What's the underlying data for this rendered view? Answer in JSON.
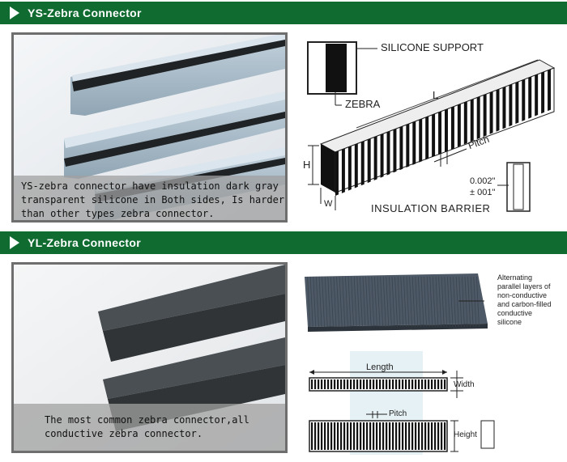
{
  "sections": [
    {
      "title": "YS-Zebra Connector",
      "caption_lines": [
        "YS-zebra connector have insulation dark gray",
        "transparent silicone in Both sides, Is harder",
        "than other types zebra connector."
      ],
      "diagram_labels": {
        "silicone_support": "SILICONE SUPPORT",
        "zebra": "ZEBRA",
        "length": "L",
        "height": "H",
        "width": "W",
        "pitch": "Pitch",
        "dim_top": "0.002\"",
        "dim_bottom": "± 001\"",
        "insulation_barrier": "INSULATION BARRIER"
      }
    },
    {
      "title": "YL-Zebra Connector",
      "caption_lines": [
        "The most common zebra connector,all",
        "conductive zebra connector."
      ],
      "diagram_labels": {
        "description_lines": [
          "Alternating",
          "parallel layers of",
          "non-conductive",
          "and carbon-filled",
          "conductive",
          "silicone"
        ],
        "length": "Length",
        "width": "Width",
        "pitch": "Pitch",
        "height": "Height"
      }
    }
  ],
  "colors": {
    "header_green": "#0f6b2f",
    "header_text": "#ffffff",
    "caption_bg": "#a0a0a0"
  }
}
